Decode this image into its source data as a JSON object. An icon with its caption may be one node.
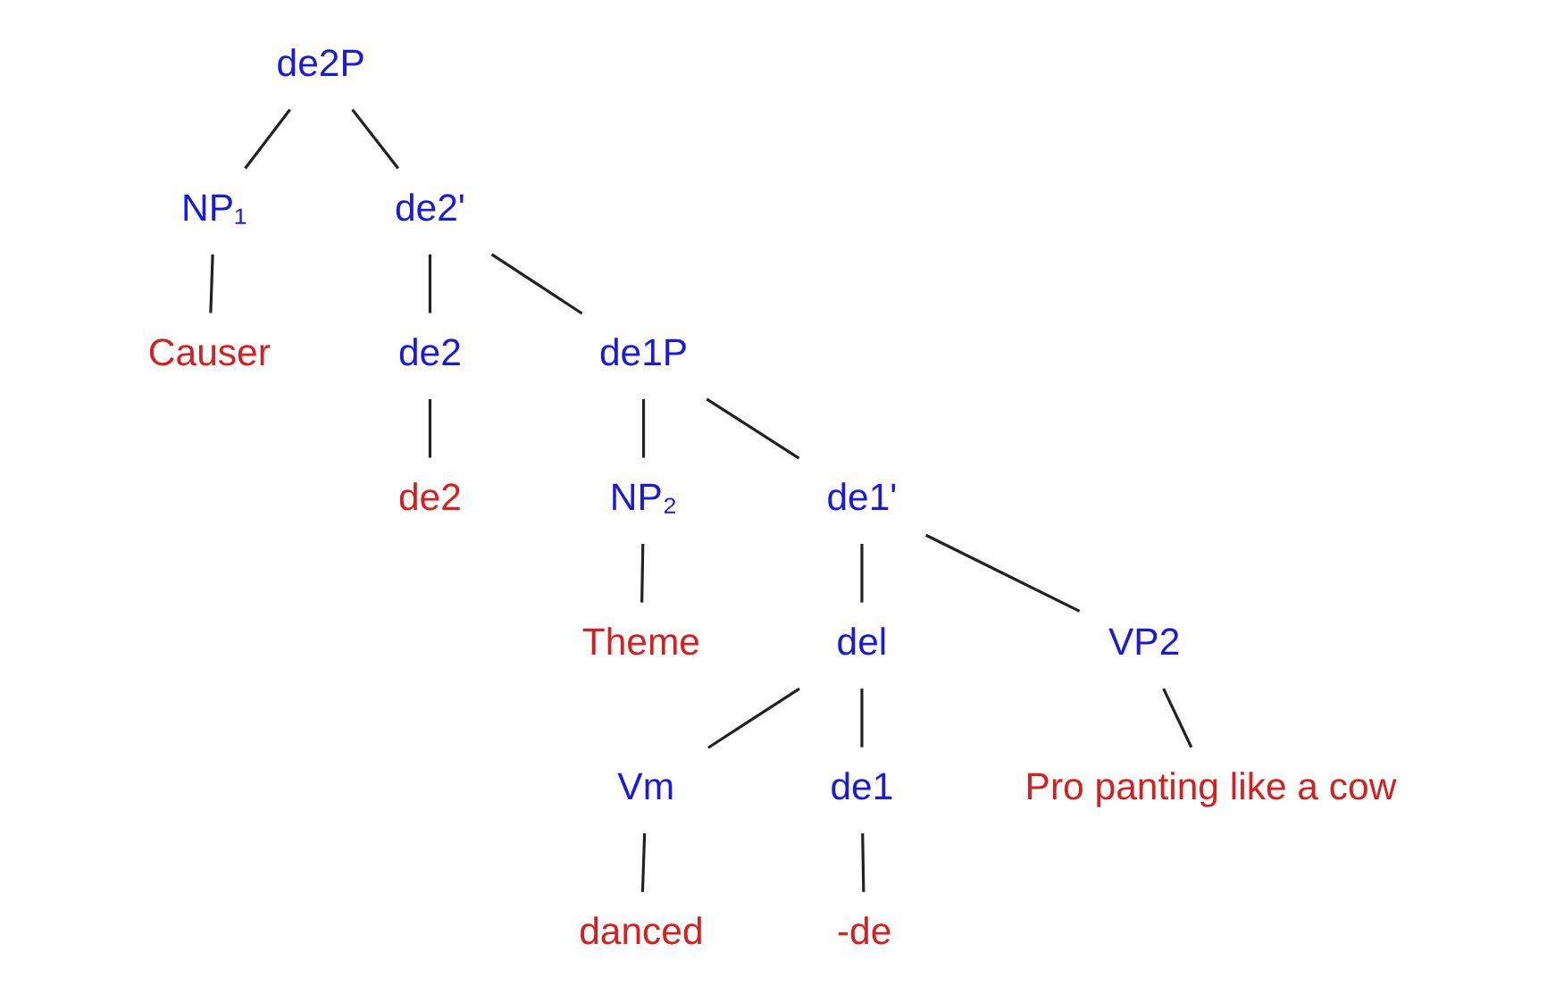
{
  "diagram": {
    "nodes": [
      {
        "text": [
          "de2P"
        ]
      },
      {
        "text": [
          "NP₁"
        ]
      },
      {
        "text": [
          "de2'"
        ]
      },
      {
        "text": [
          "Causer"
        ]
      },
      {
        "text": [
          "de2"
        ]
      },
      {
        "text": [
          "de1P"
        ]
      },
      {
        "text": [
          "de2"
        ]
      },
      {
        "text": [
          "NP₂"
        ]
      },
      {
        "text": [
          "de1'"
        ]
      },
      {
        "text": [
          "Theme"
        ]
      },
      {
        "text": [
          "del"
        ]
      },
      {
        "text": [
          "VP2"
        ]
      },
      {
        "text": [
          "Vm"
        ]
      },
      {
        "text": [
          "de1"
        ]
      },
      {
        "text": [
          "Pro panting like a cow"
        ]
      },
      {
        "text": [
          "danced"
        ]
      },
      {
        "text": [
          "-de"
        ]
      }
    ],
    "edges": [
      {
        "from": 0,
        "to": 1,
        "arrow": "none"
      },
      {
        "from": 0,
        "to": 2,
        "arrow": "none"
      },
      {
        "from": 1,
        "to": 3,
        "arrow": "none"
      },
      {
        "from": 2,
        "to": 4,
        "arrow": "none"
      },
      {
        "from": 2,
        "to": 5,
        "arrow": "none"
      },
      {
        "from": 4,
        "to": 6,
        "arrow": "none"
      },
      {
        "from": 5,
        "to": 7,
        "arrow": "none"
      },
      {
        "from": 5,
        "to": 8,
        "arrow": "none"
      },
      {
        "from": 7,
        "to": 9,
        "arrow": "none"
      },
      {
        "from": 8,
        "to": 10,
        "arrow": "none"
      },
      {
        "from": 8,
        "to": 11,
        "arrow": "none"
      },
      {
        "from": 10,
        "to": 12,
        "arrow": "none"
      },
      {
        "from": 10,
        "to": 13,
        "arrow": "none"
      },
      {
        "from": 11,
        "to": 14,
        "arrow": "none"
      },
      {
        "from": 12,
        "to": 15,
        "arrow": "none"
      },
      {
        "from": 13,
        "to": 16,
        "arrow": "none"
      }
    ]
  }
}
